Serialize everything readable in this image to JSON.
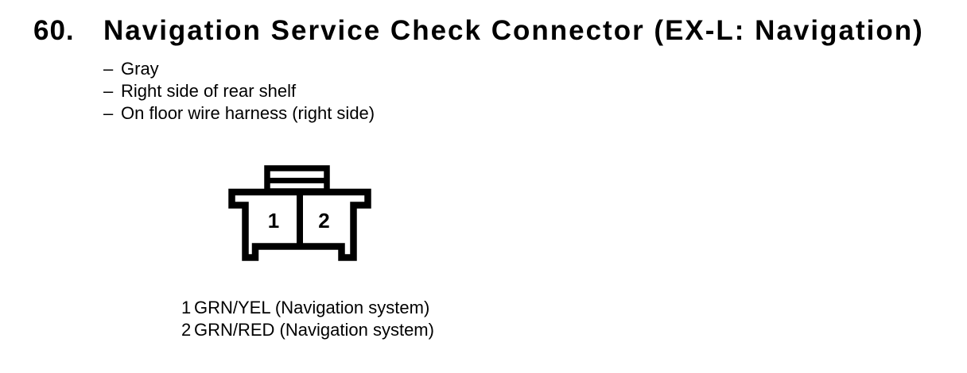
{
  "page": {
    "background_color": "#ffffff",
    "text_color": "#000000",
    "line_color": "#000000"
  },
  "heading": {
    "number": "60.",
    "title": "Navigation Service Check Connector (EX-L: Navigation)"
  },
  "details": {
    "dash": "–",
    "items": [
      {
        "text": "Gray"
      },
      {
        "text": "Right side of rear shelf"
      },
      {
        "text": "On floor wire harness (right side)"
      }
    ]
  },
  "connector": {
    "cavities": [
      {
        "number": "1"
      },
      {
        "number": "2"
      }
    ]
  },
  "pins": [
    {
      "number": "1",
      "wire": "GRN/YEL (Navigation system)"
    },
    {
      "number": "2",
      "wire": "GRN/RED (Navigation system)"
    }
  ]
}
